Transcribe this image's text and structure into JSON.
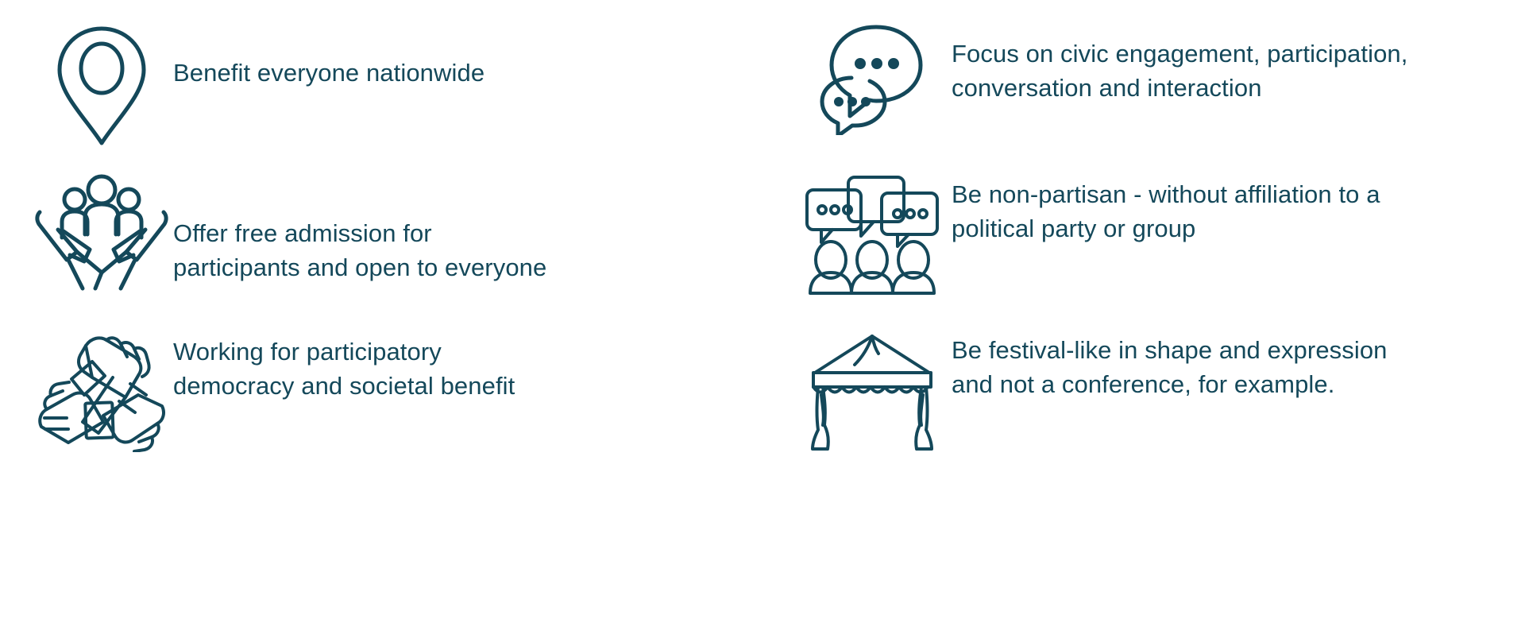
{
  "page": {
    "background_color": "#ffffff",
    "accent_color": "#14485a",
    "title": "Festival criteria icon list"
  },
  "items": [
    {
      "id": "benefit-everyone-nationwide",
      "icon": "map-pin-icon",
      "column": "left",
      "row": 1,
      "text": "Benefit everyone nationwide"
    },
    {
      "id": "focus-civic-engagement",
      "icon": "speech-bubbles-round-icon",
      "column": "right",
      "row": 1,
      "text": "Focus on civic engagement, participation,\nconversation and interaction"
    },
    {
      "id": "offer-free-admission",
      "icon": "hands-holding-people-icon",
      "column": "left",
      "row": 2,
      "text": "Offer free admission for\nparticipants and open to everyone"
    },
    {
      "id": "be-non-partisan",
      "icon": "group-discussion-icon",
      "column": "right",
      "row": 2,
      "text": "Be non-partisan - without affiliation to a\npolitical party or group"
    },
    {
      "id": "working-for-participatory-democracy",
      "icon": "interlocking-hands-icon",
      "column": "left",
      "row": 3,
      "text": "Working for participatory\ndemocracy and societal benefit"
    },
    {
      "id": "be-festival-like",
      "icon": "festival-tent-icon",
      "column": "right",
      "row": 3,
      "text": "Be festival-like in shape and expression\nand not a conference, for example."
    }
  ]
}
